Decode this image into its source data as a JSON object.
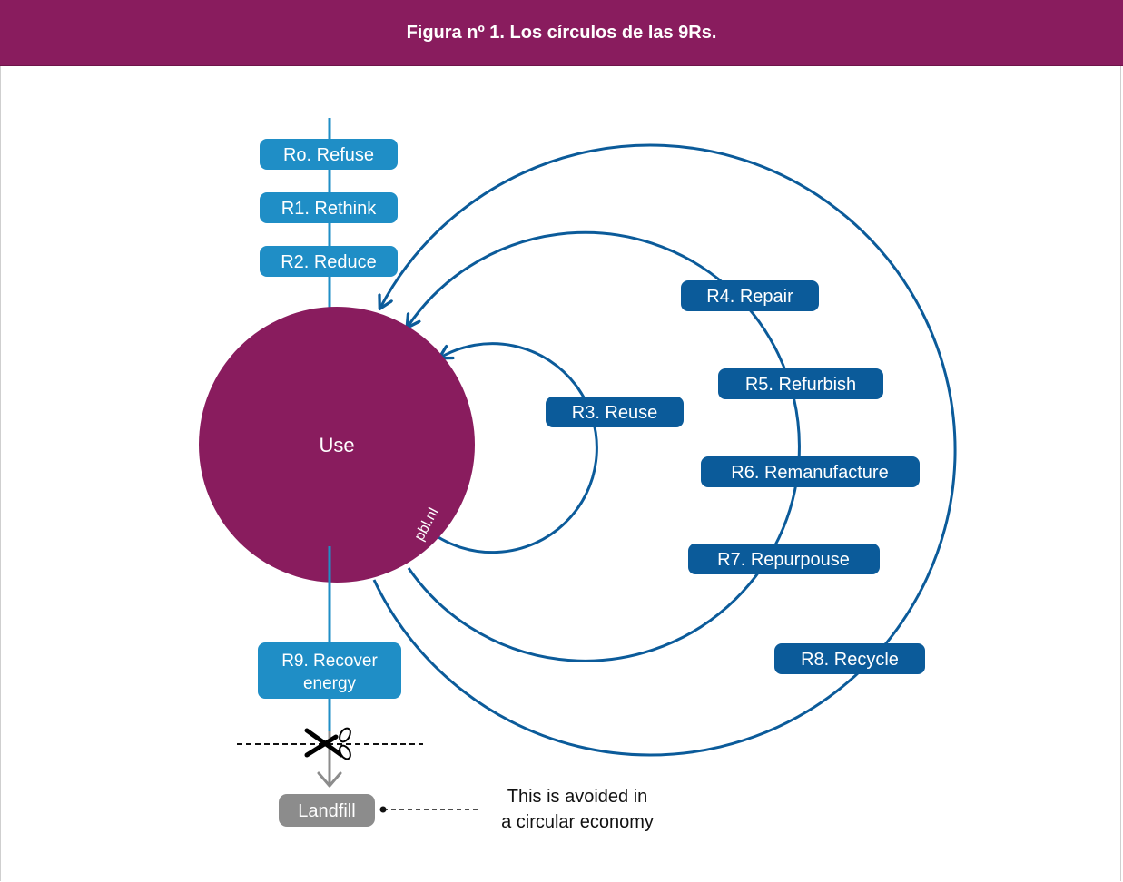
{
  "header": {
    "title": "Figura nº 1. Los círculos de las 9Rs."
  },
  "center": {
    "label": "Use",
    "watermark": "pbl.nl"
  },
  "labels": {
    "r0": "Ro. Refuse",
    "r1": "R1. Rethink",
    "r2": "R2. Reduce",
    "r3": "R3. Reuse",
    "r4": "R4. Repair",
    "r5": "R5. Refurbish",
    "r6": "R6. Remanufacture",
    "r7": "R7. Repurpouse",
    "r8": "R8. Recycle",
    "r9_line1": "R9. Recover",
    "r9_line2": "energy",
    "landfill": "Landfill"
  },
  "note": {
    "line1": "This is avoided in",
    "line2": "a circular economy"
  },
  "colors": {
    "header": "#891c5e",
    "use_circle": "#891c5e",
    "light_blue": "#1f8ec6",
    "dark_blue": "#0b5b9a",
    "grey": "#8c8c8c"
  },
  "icons": {
    "cut": "scissors-icon"
  }
}
